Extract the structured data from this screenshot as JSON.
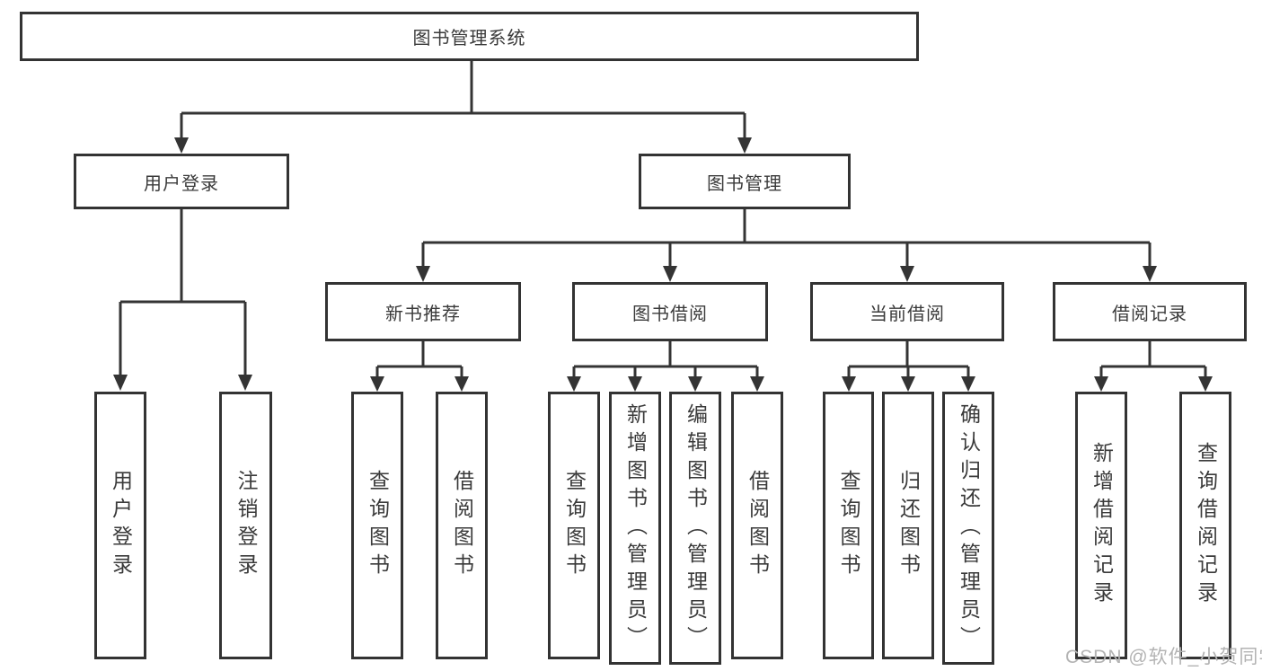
{
  "diagram": {
    "title": "图书管理系统",
    "level2": {
      "user_login": "用户登录",
      "book_management": "图书管理"
    },
    "user_login_children": {
      "login": "用户登录",
      "logout": "注销登录"
    },
    "level3": {
      "new_book_recommend": "新书推荐",
      "book_borrow": "图书借阅",
      "current_borrow": "当前借阅",
      "borrow_records": "借阅记录"
    },
    "new_book_recommend_children": {
      "query_books": "查询图书",
      "borrow_books": "借阅图书"
    },
    "book_borrow_children": {
      "query_books": "查询图书",
      "add_books": "新增图书（管理员）",
      "edit_books": "编辑图书（管理员）",
      "borrow_books": "借阅图书"
    },
    "current_borrow_children": {
      "query_books": "查询图书",
      "return_books": "归还图书",
      "confirm_return": "确认归还（管理员）"
    },
    "borrow_records_children": {
      "add_record": "新增借阅记录",
      "query_record": "查询借阅记录"
    }
  },
  "watermark": {
    "text": "CSDN @软件_小贺同学"
  },
  "colors": {
    "background": "#ffffff",
    "line": "#343434",
    "box_border": "#333333",
    "text": "#3a3a3a",
    "watermark_gray": "#b3b3b3"
  }
}
